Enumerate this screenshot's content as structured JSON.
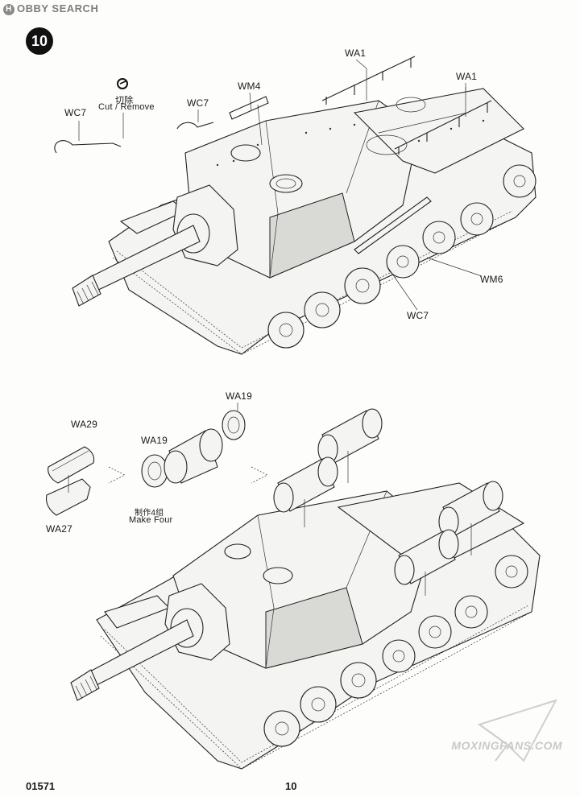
{
  "watermark_top": {
    "logo": "H",
    "text": "OBBY SEARCH"
  },
  "step_number": "10",
  "top_view": {
    "labels": {
      "wc7_left": "WC7",
      "cut_icon_name": "scissors-icon",
      "cut_cn": "切除",
      "cut_en": "Cut / Remove",
      "wc7_mid": "WC7",
      "wm4": "WM4",
      "wa1_top": "WA1",
      "wa1_right": "WA1",
      "wm6": "WM6",
      "wc7_bottom": "WC7"
    }
  },
  "bottom_view": {
    "labels": {
      "wa29": "WA29",
      "wa27": "WA27",
      "wa19_mid": "WA19",
      "wa19_top": "WA19",
      "make_cn": "制作4组",
      "make_en": "Make Four"
    }
  },
  "footer": {
    "code": "01571",
    "page": "10"
  },
  "watermark_bottom": "MOXINGFANS.COM"
}
